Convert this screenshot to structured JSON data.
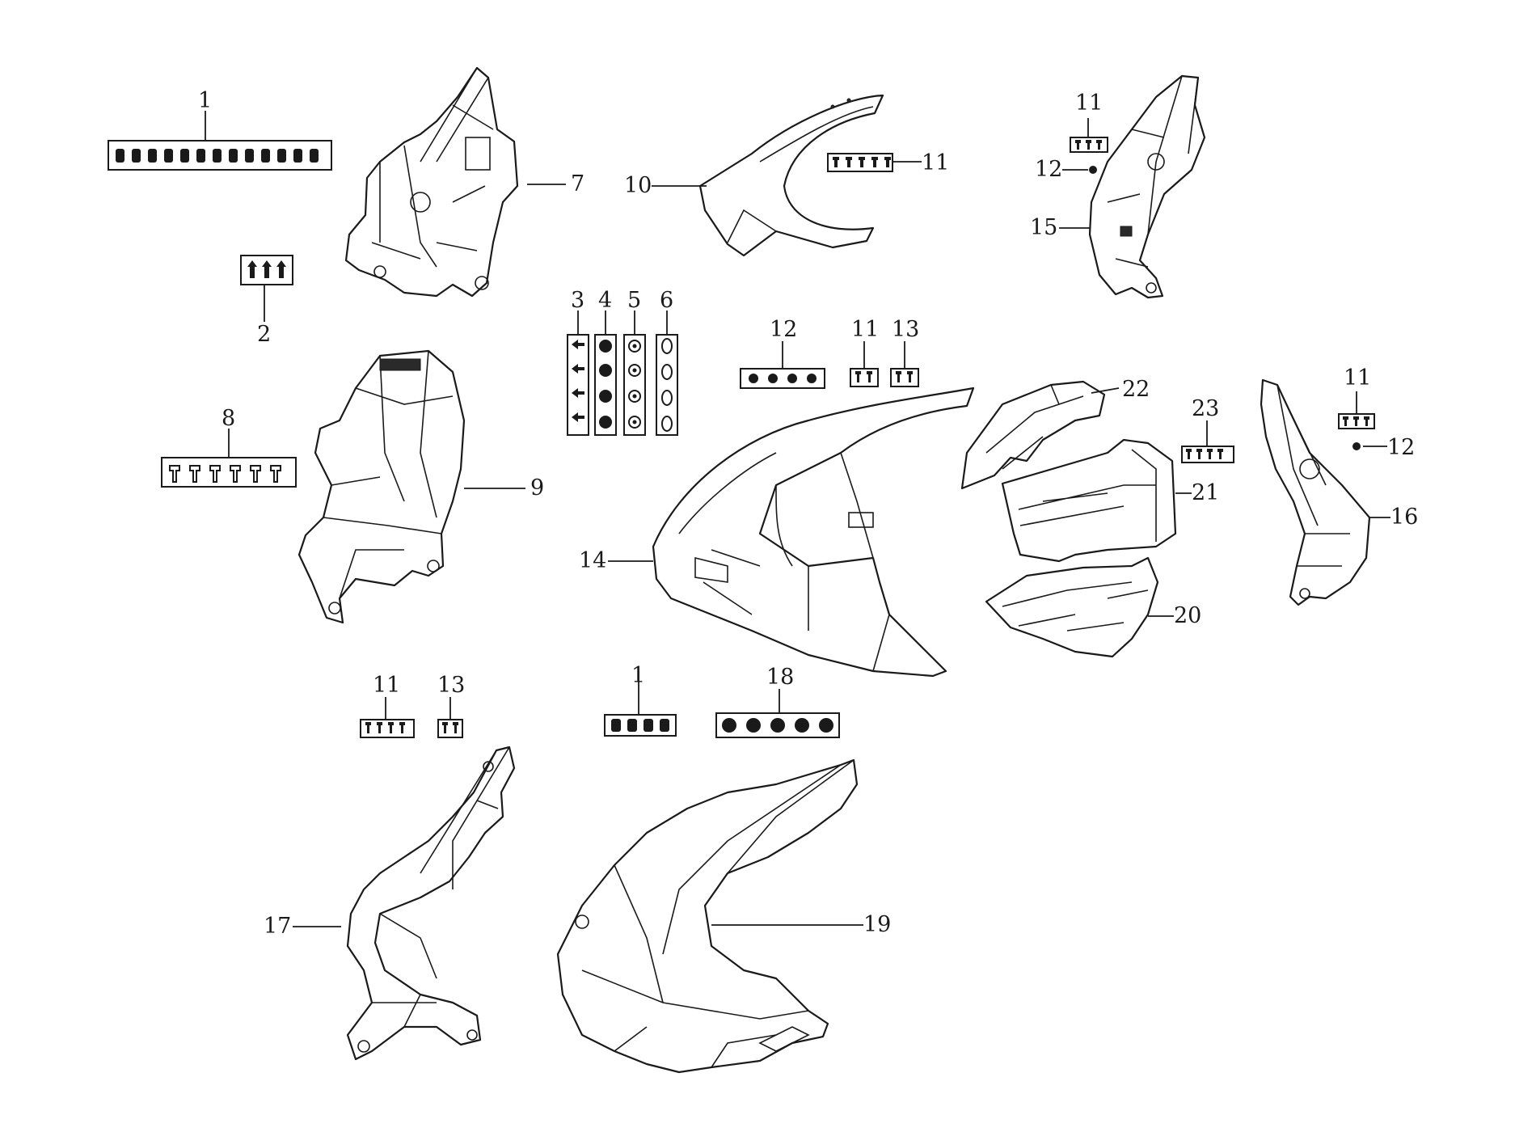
{
  "callouts": {
    "c1_top": "1",
    "c2": "2",
    "c3": "3",
    "c4": "4",
    "c5": "5",
    "c6": "6",
    "c7": "7",
    "c8": "8",
    "c9": "9",
    "c10": "10",
    "c11_a": "11",
    "c11_b": "11",
    "c11_c": "11",
    "c11_d": "11",
    "c11_e": "11",
    "c12_a": "12",
    "c12_b": "12",
    "c12_c": "12",
    "c13_a": "13",
    "c13_b": "13",
    "c14": "14",
    "c15": "15",
    "c16": "16",
    "c17": "17",
    "c1_bottom": "1",
    "c18": "18",
    "c19": "19",
    "c20": "20",
    "c21": "21",
    "c22": "22",
    "c23": "23"
  }
}
